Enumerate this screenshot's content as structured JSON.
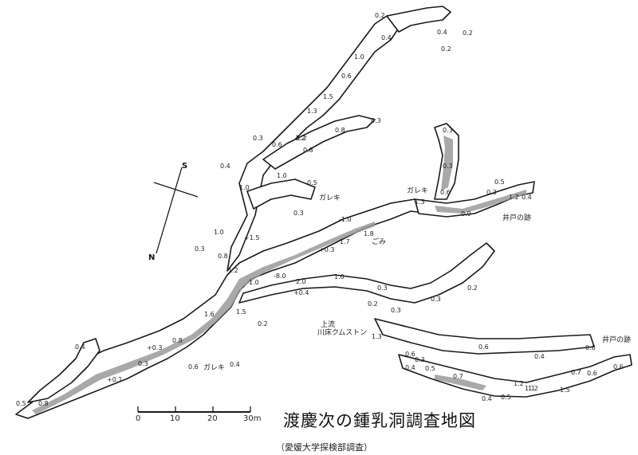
{
  "title": "渡慶次の鍾乳洞調査地図",
  "credit": "（愛媛大学探検部調査）",
  "compass": {
    "south": "S",
    "north": "N"
  },
  "scale": {
    "ticks": [
      "0",
      "10",
      "20",
      "30m"
    ]
  },
  "annotations": {
    "garekiA": "ガレキ",
    "garekiB": "ガレキ",
    "garekiC": "ガレキ",
    "gomi": "ごみ",
    "wellA": "井戸の跡",
    "wellB": "井戸の跡",
    "upstream": "上流",
    "riverbed": "川床クムストン"
  },
  "depths": [
    "0.2",
    "0.4",
    "0.2",
    "1.0",
    "0.4",
    "0.2",
    "0.6",
    "1.5",
    "1.3",
    "1.2",
    "0.3",
    "0.8",
    "0.3",
    "0.4",
    "0.6",
    "1.2",
    "0.8",
    "1.0",
    "1.0",
    "0.5",
    "0.3",
    "0.3",
    "0.3",
    "0.6",
    "1.3",
    "0.9",
    "0.3",
    "0.5",
    "1.2",
    "0.4",
    "-1.0",
    "1.8",
    "1.7",
    "+0.3",
    "1.0",
    "+1.5",
    "0.3",
    "0.8",
    "1.2",
    "-8.0",
    "1.0",
    "2.0",
    "+0.4",
    "1.0",
    "1.6",
    "1.5",
    "0.2",
    "0.3",
    "0.2",
    "0.3",
    "0.2",
    "1.3",
    "0.3",
    "0.6",
    "0.4",
    "0.3",
    "0.4",
    "+0.3",
    "0.8",
    "0.6",
    "0.3",
    "0.4",
    "0.6",
    "0.7",
    "0.6",
    "0.5",
    "1.2",
    "0.4",
    "1.1",
    "1.5",
    "0.6",
    "0.4",
    "0.6",
    "1.2",
    "0.7",
    "0.5",
    "+0.1",
    "0.5",
    "0.8"
  ],
  "colors": {
    "line": "#1a1a1a",
    "floor_fill": "#9a9a9a"
  }
}
